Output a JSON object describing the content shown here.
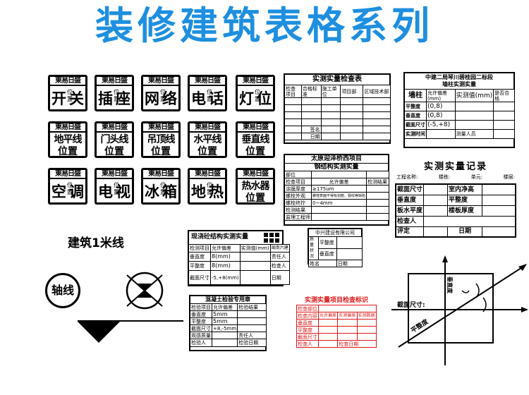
{
  "headline": "装修建筑表格系列",
  "stamps": {
    "brand": "東易日盛",
    "mid": "位置",
    "position_label": "位置",
    "pairs": [
      {
        "a": "开",
        "b": "关"
      },
      {
        "a": "插",
        "b": "座"
      },
      {
        "a": "网",
        "b": "络"
      },
      {
        "a": "电",
        "b": "话"
      },
      {
        "a": "灯",
        "b": "位"
      },
      {
        "a": "空",
        "b": "调"
      },
      {
        "a": "电",
        "b": "视"
      },
      {
        "a": "冰",
        "b": "箱"
      },
      {
        "a": "地",
        "b": "热"
      }
    ],
    "lines": [
      "地平线",
      "门头线",
      "吊顶线",
      "水平线",
      "垂直线"
    ],
    "hot_water": "热水器"
  },
  "one_meter_label": "建筑1米线",
  "axis_label": "轴线",
  "card_inspection": {
    "title": "实测实量检查表",
    "headers": [
      "检查项目",
      "合格标准",
      "施工单位",
      "项目部",
      "区域技术部"
    ],
    "sign": "签名",
    "date": "日期"
  },
  "card_zhongjian": {
    "title1": "中建二局琴川碧桂园二标段",
    "title2": "墙柱实测实量",
    "wall_col": "墙柱",
    "tolerance": "允许偏差(mm)",
    "measured": "实测值(mm)",
    "pass": "是否合格",
    "rows": [
      {
        "label": "平整度",
        "value": "(0,8)"
      },
      {
        "label": "垂直度",
        "value": "(0,8)"
      },
      {
        "label": "截面尺寸",
        "value": "(-5,+8)"
      }
    ],
    "time": "实测时间",
    "person": "测量人员"
  },
  "card_taiyuan": {
    "title1": "太原迎泽桥西项目",
    "title2": "钢结构实测实量",
    "rows": [
      "部位",
      "检查项目",
      "涂膜厚度",
      "螺栓外观",
      "螺栓终拧",
      "检测结果",
      "监理工程师"
    ],
    "tolerance": "允许偏差",
    "result": "检测结果",
    "values": [
      "",
      "",
      "≥175um",
      "螺栓表面不得有划痕、裂纹等缺陷",
      "0~4mm",
      "",
      ""
    ]
  },
  "card_record": {
    "title": "实测实量记录",
    "meta": [
      "工程名称:",
      "楼栋:",
      "单元:",
      "楼层:"
    ],
    "rows": [
      {
        "l": "截面尺寸",
        "r": "室内净高"
      },
      {
        "l": "垂直度",
        "r": "平整度"
      },
      {
        "l": "板水平度",
        "r": "楼板厚度"
      },
      {
        "l": "检查人",
        "r": ""
      },
      {
        "l": "评定",
        "r": "日期"
      }
    ]
  },
  "card_concrete": {
    "title": "现浇砼结构实测实量",
    "company": "闽南六建",
    "headers": [
      "检测项目",
      "允许偏差",
      "实测值(mm)"
    ],
    "rows": [
      {
        "label": "垂直度",
        "value": "8(mm)",
        "extra": "责任人"
      },
      {
        "label": "平整度",
        "value": "8(mm)",
        "extra": "检查人"
      },
      {
        "label": "截面尺寸",
        "value": "-5,+8(mm)",
        "extra": "日期"
      }
    ]
  },
  "card_zhongxing": {
    "title": "中兴建设有限公司",
    "quality": "质量状况",
    "rows": [
      "平整度",
      "垂直度"
    ],
    "name": "姓名",
    "date": "日期"
  },
  "card_hunningtu": {
    "title": "混凝土检验专用章",
    "headers": [
      "检验项目",
      "允许偏差",
      "检验结果"
    ],
    "rows": [
      {
        "label": "垂直度",
        "value": "5mm"
      },
      {
        "label": "平整度",
        "value": "5mm"
      },
      {
        "label": "截面尺寸",
        "value": "+8,-5mm"
      }
    ],
    "appearance": "观感质量",
    "inspector": "检验人",
    "responsible": "责任人",
    "date": "检验日期"
  },
  "card_red": {
    "title": "实测实量项目检查标识",
    "rows": [
      "检查部位",
      "检查内容",
      "垂直度",
      "平整度",
      "截面尺寸",
      "检查人"
    ],
    "headers": [
      "允许偏差",
      "实测偏差",
      "实测数据"
    ],
    "date": "检查日期",
    "color": "#e01818"
  },
  "diagram": {
    "section": "截面尺寸:",
    "vertical": "垂直度",
    "flat": "平整度"
  }
}
